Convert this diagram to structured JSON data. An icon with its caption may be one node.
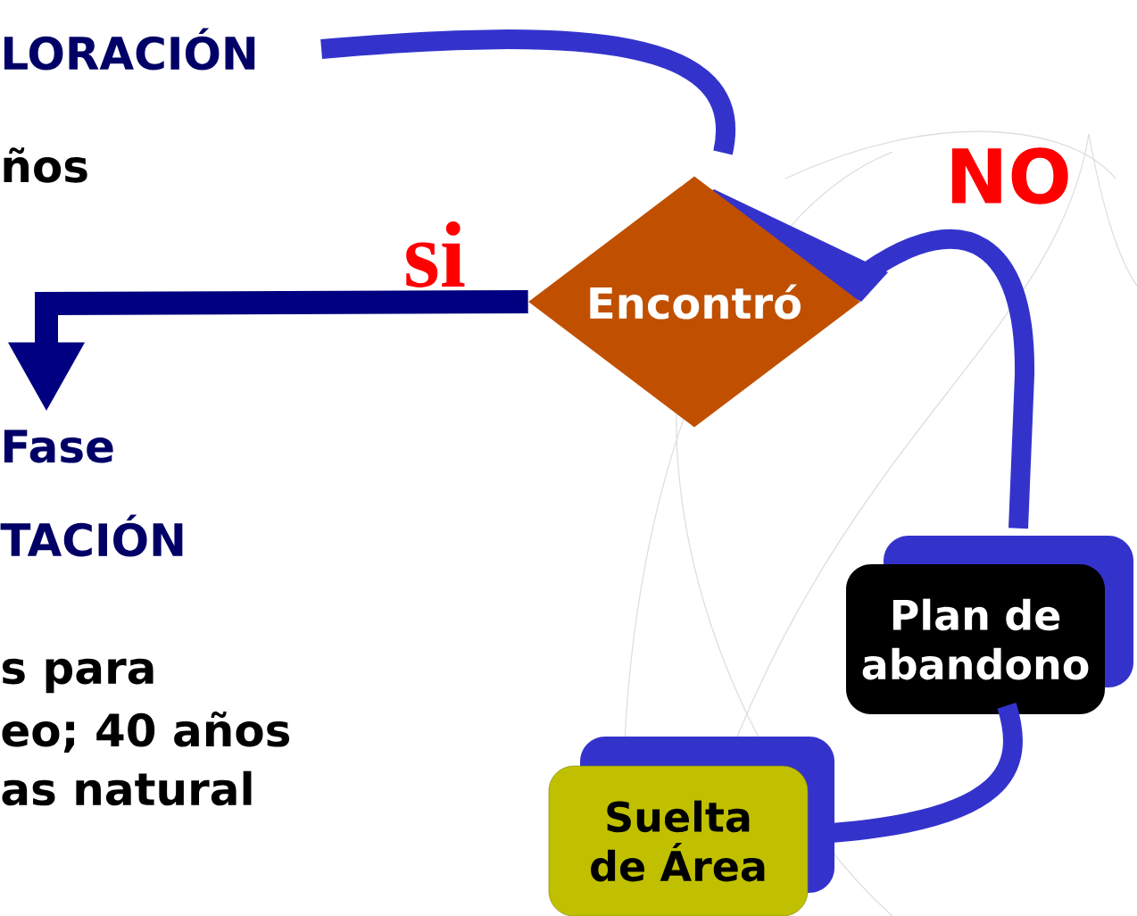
{
  "diagram": {
    "nodes": [
      {
        "text": [
          "LORACIÓN"
        ]
      },
      {
        "text": [
          "Encontró"
        ]
      },
      {
        "text": [
          "Plan de abandono"
        ]
      },
      {
        "text": [
          "Suelta de Área"
        ]
      },
      {
        "text": [
          "Fase"
        ]
      }
    ],
    "edges": [
      {
        "from": 0,
        "to": 1,
        "arrow": "none"
      },
      {
        "from": 1,
        "to": 2,
        "arrow": "none",
        "label": "NO"
      },
      {
        "from": 2,
        "to": 3,
        "arrow": "none"
      },
      {
        "from": 1,
        "to": 4,
        "arrow": "to",
        "label": "si",
        "color": "#000080"
      }
    ],
    "labels": [
      "ños",
      "TACIÓN",
      "s para",
      "eo; 40 años",
      "as natural"
    ]
  }
}
